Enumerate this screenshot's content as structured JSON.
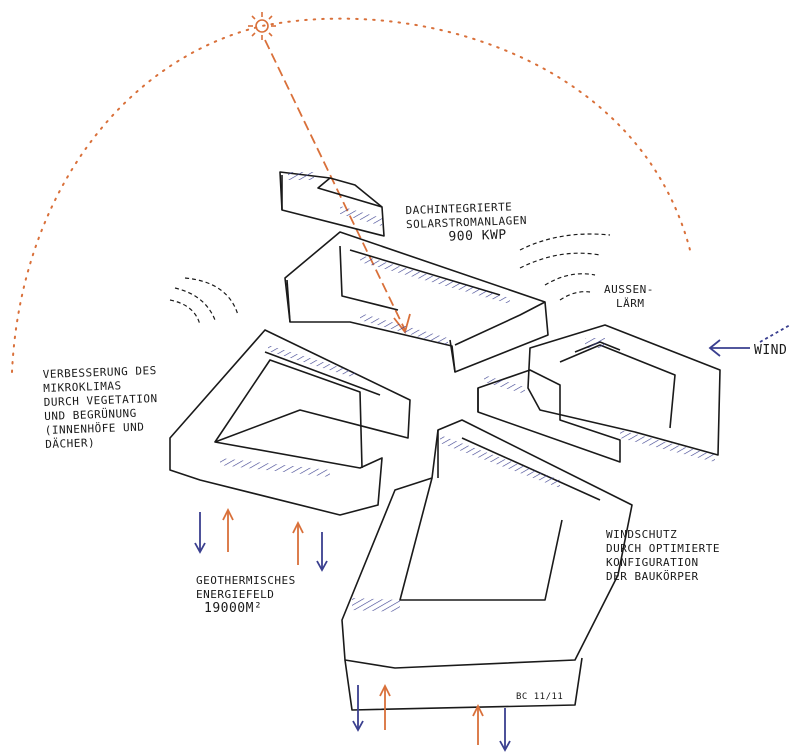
{
  "annotations": {
    "solar": {
      "line1": "DACHINTEGRIERTE",
      "line2": "SOLARSTROMANLAGEN",
      "line3": "900 kWp"
    },
    "noise": {
      "line1": "AUSSEN-",
      "line2": "LÄRM"
    },
    "wind": "WIND",
    "microclimate": {
      "line1": "VERBESSERUNG DES",
      "line2": "MIKROKLIMAS",
      "line3": "DURCH VEGETATION",
      "line4": "UND BEGRÜNUNG",
      "line5": "(INNENHÖFE UND",
      "line6": "DÄCHER)"
    },
    "windshield": {
      "line1": "WINDSCHUTZ",
      "line2": "DURCH OPTIMIERTE",
      "line3": "KONFIGURATION",
      "line4": "DER BAUKÖRPER"
    },
    "geothermal": {
      "line1": "GEOTHERMISCHES",
      "line2": "ENERGIEFELD",
      "line3": "19000m²"
    },
    "signature": "BC 11/11"
  },
  "colors": {
    "ink": "#1a1a1a",
    "sun": "#d9703a",
    "cool": "#3a3f8f"
  },
  "icons": [
    "sun-icon",
    "wind-arrow-icon",
    "heat-arrow-icon",
    "cool-arrow-icon"
  ]
}
